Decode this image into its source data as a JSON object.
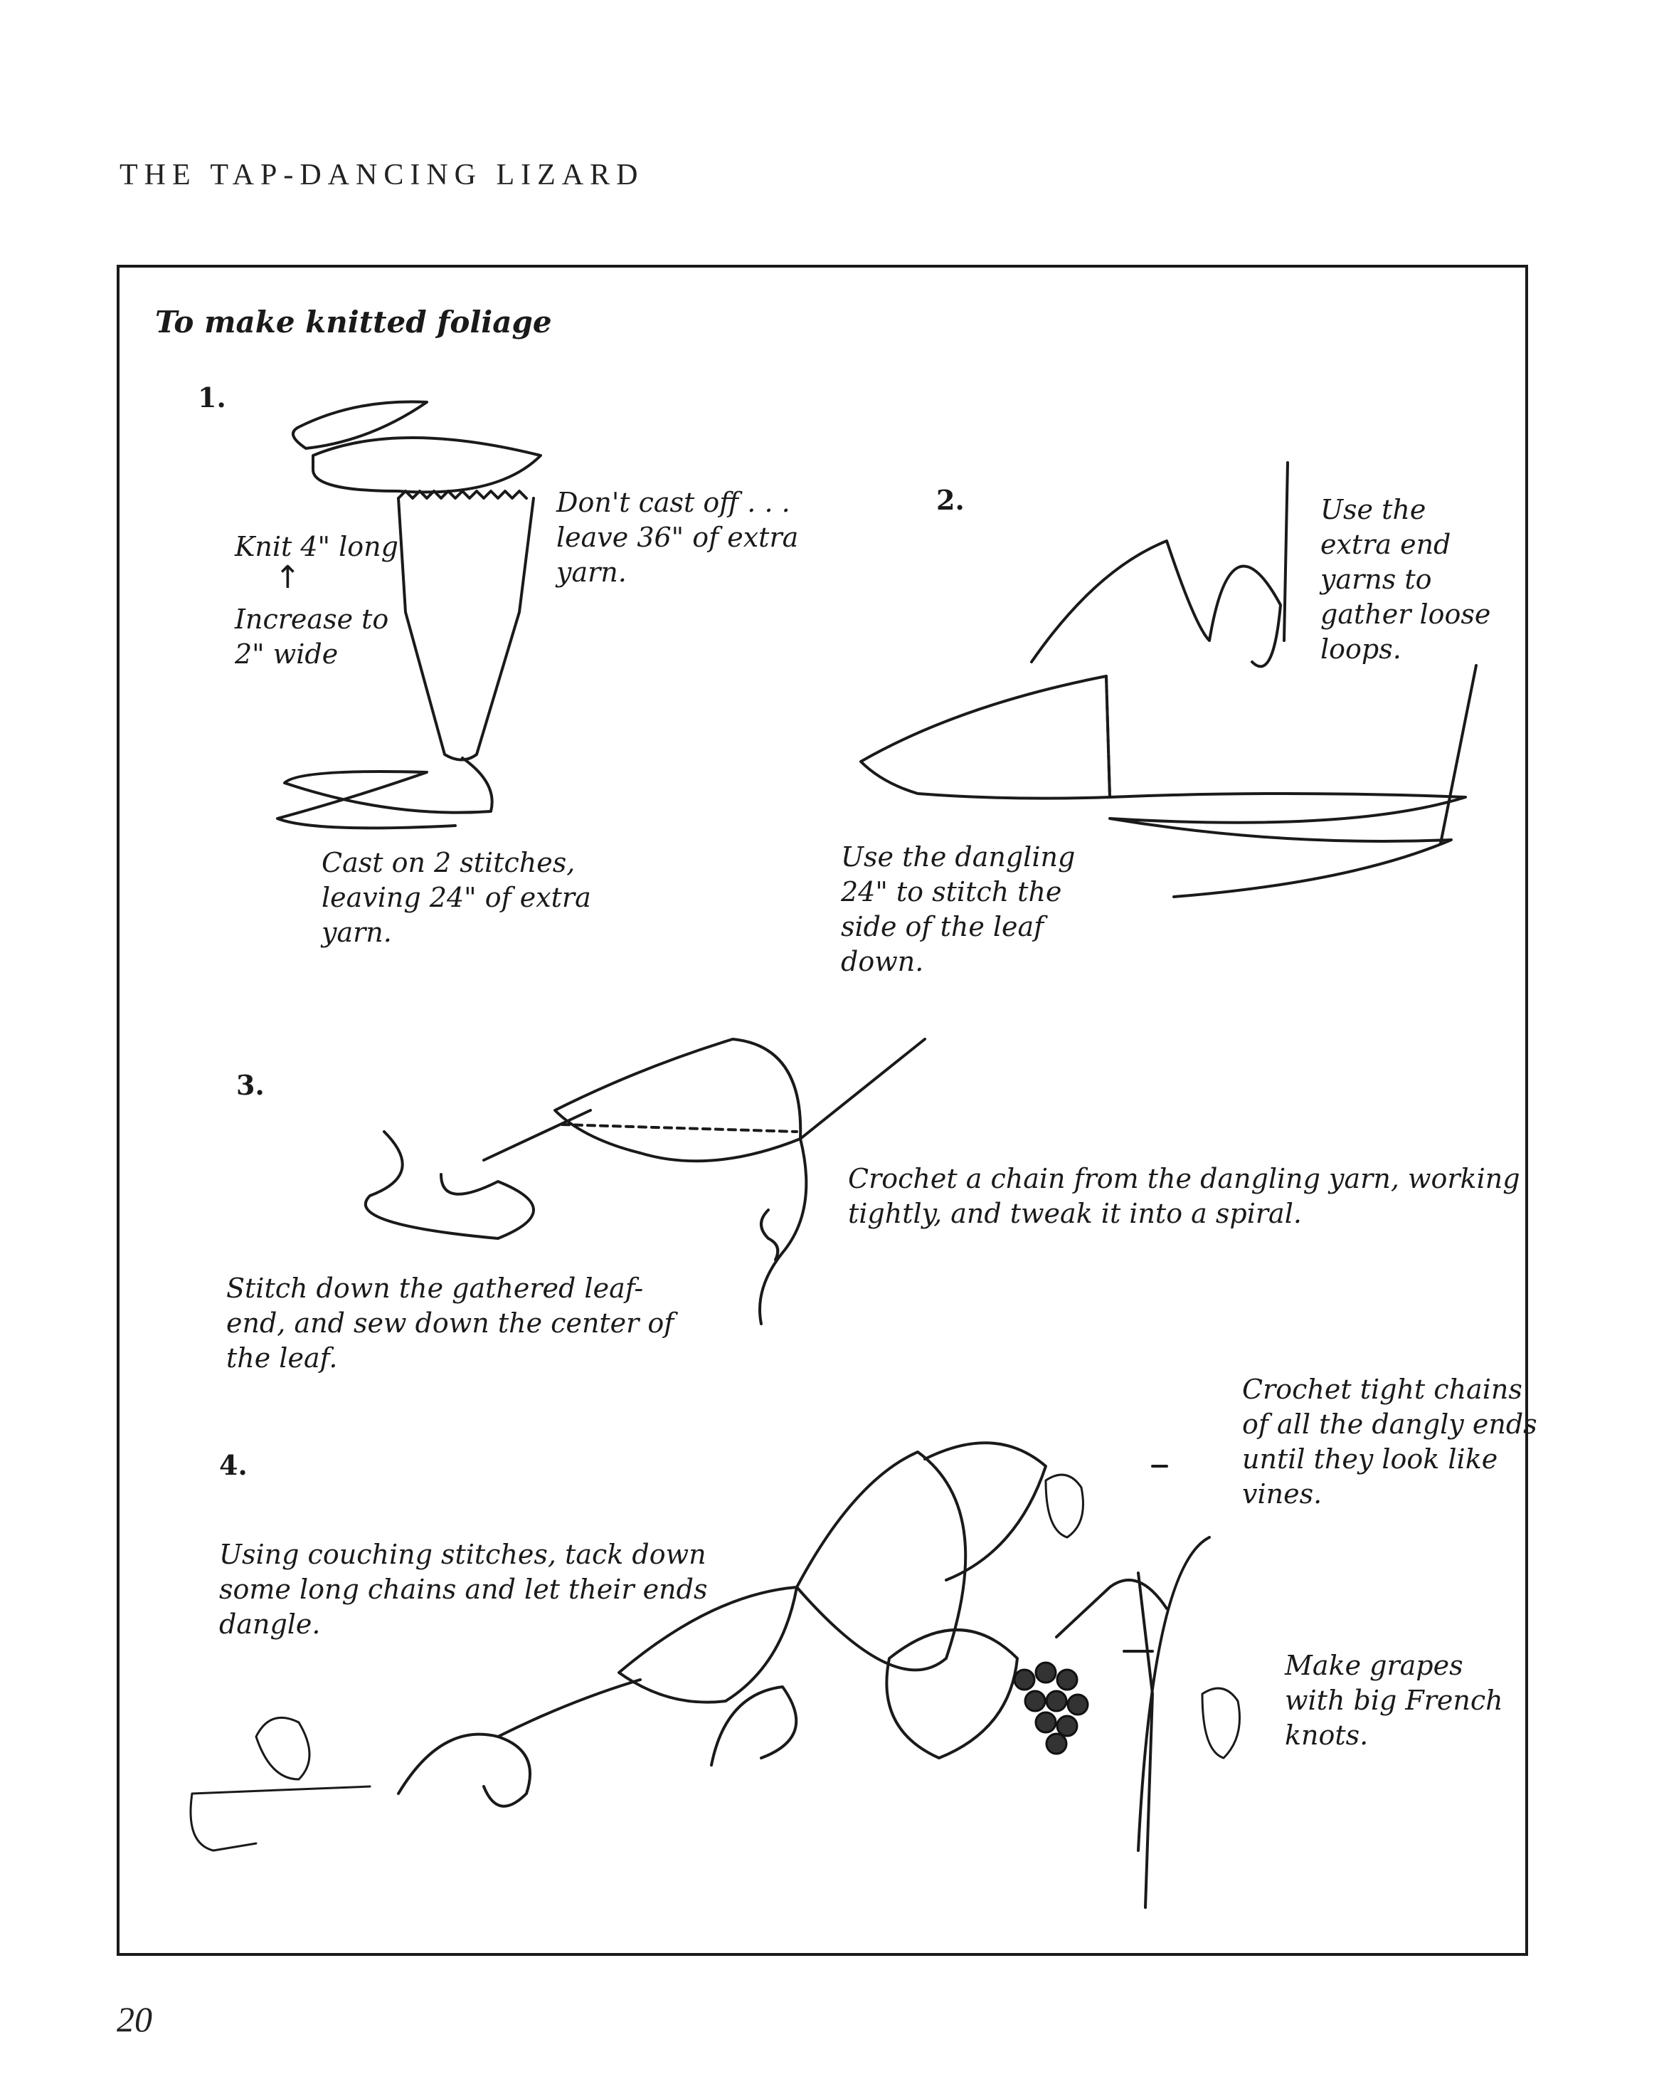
{
  "page": {
    "header": "THE TAP-DANCING LIZARD",
    "page_number": "20"
  },
  "box": {
    "title": "To make knitted foliage",
    "steps": [
      {
        "number": "1.",
        "labels": {
          "knit": "Knit 4\" long",
          "arrow": "↑",
          "increase": [
            "Increase to",
            "2\" wide"
          ],
          "cast_off": [
            "Don't cast off . . .",
            "leave 36\" of extra",
            "yarn."
          ],
          "cast_on": [
            "Cast on 2 stitches,",
            "leaving 24\" of extra",
            "yarn."
          ]
        }
      },
      {
        "number": "2.",
        "labels": {
          "use_extra": [
            "Use the",
            "extra end",
            "yarns to",
            "gather loose",
            "loops."
          ],
          "use_dangling": [
            "Use the dangling",
            "24\" to stitch the",
            "side of the leaf",
            "down."
          ]
        }
      },
      {
        "number": "3.",
        "labels": {
          "crochet_chain": [
            "Crochet a chain from the dangling yarn, working",
            "tightly, and tweak it into a spiral."
          ],
          "stitch_down": [
            "Stitch down the gathered leaf-",
            "end, and sew down the center of",
            "the leaf."
          ]
        }
      },
      {
        "number": "4.",
        "labels": {
          "couching": [
            "Using couching stitches, tack down",
            "some long chains and let their ends",
            "dangle."
          ],
          "crochet_tight": [
            "Crochet tight chains",
            "of all the dangly ends",
            "until they look like",
            "vines."
          ],
          "grapes": [
            "Make grapes",
            "with big French",
            "knots."
          ]
        }
      }
    ]
  }
}
